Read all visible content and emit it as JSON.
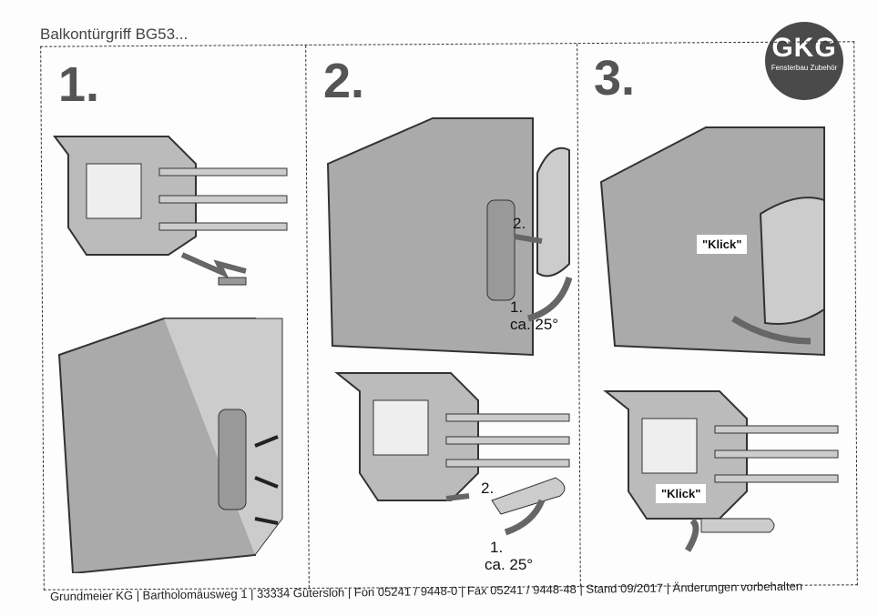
{
  "header": {
    "title": "Balkontürgriff BG53..."
  },
  "logo": {
    "text": "GKG",
    "subtitle": "Fensterbau Zubehör"
  },
  "steps": [
    {
      "number": "1."
    },
    {
      "number": "2.",
      "sub_step": "2.",
      "rotate_step": "1.",
      "angle": "ca. 25°",
      "sub_step_bottom": "2.",
      "rotate_step_bottom": "1.",
      "angle_bottom": "ca. 25°"
    },
    {
      "number": "3.",
      "klick_top": "\"Klick\"",
      "klick_bottom": "\"Klick\""
    }
  ],
  "footer": {
    "text": "Grundmeier KG  |  Bartholomäusweg 1  |  33334 Gütersloh  |  Fon 05241 / 9448-0  |  Fax 05241 / 9448-48  |  Stand 09/2017  |  Änderungen vorbehalten"
  }
}
